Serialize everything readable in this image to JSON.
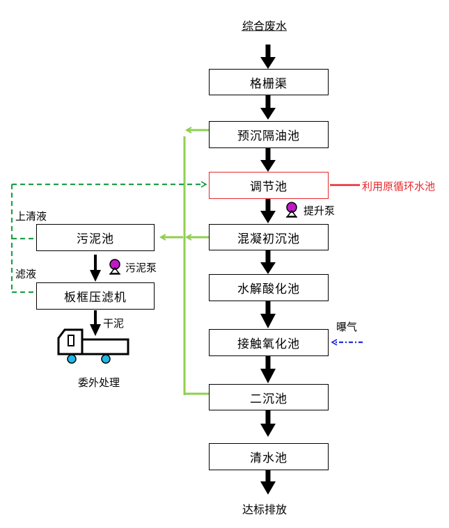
{
  "source": "综合废水",
  "outlet": "达标排放",
  "main_process": [
    {
      "id": "grille",
      "label": "格栅渠"
    },
    {
      "id": "presettle",
      "label": "预沉隔油池"
    },
    {
      "id": "regulate",
      "label": "调节池"
    },
    {
      "id": "coagsettle",
      "label": "混凝初沉池"
    },
    {
      "id": "hydrolysis",
      "label": "水解酸化池"
    },
    {
      "id": "contact",
      "label": "接触氧化池"
    },
    {
      "id": "secondary",
      "label": "二沉池"
    },
    {
      "id": "clearwater",
      "label": "清水池"
    }
  ],
  "sludge_process": [
    {
      "id": "sludgepool",
      "label": "污泥池"
    },
    {
      "id": "filterpress",
      "label": "板框压滤机"
    }
  ],
  "labels": {
    "lift_pump": "提升泵",
    "sludge_pump": "污泥泵",
    "supernatant": "上清液",
    "filtrate": "滤液",
    "dry_sludge": "干泥",
    "outsource": "委外处理",
    "aeration": "曝气",
    "recycled_water": "利用原循环水池"
  },
  "colors": {
    "main_arrow": "#000000",
    "sludge_line": "#8fcf4f",
    "liquid_return": "#1f9e4a",
    "aeration": "#1f2be0",
    "recycle": "#e8262a",
    "pump": "#c018c8",
    "truck_wheel": "#1fb8e8"
  }
}
